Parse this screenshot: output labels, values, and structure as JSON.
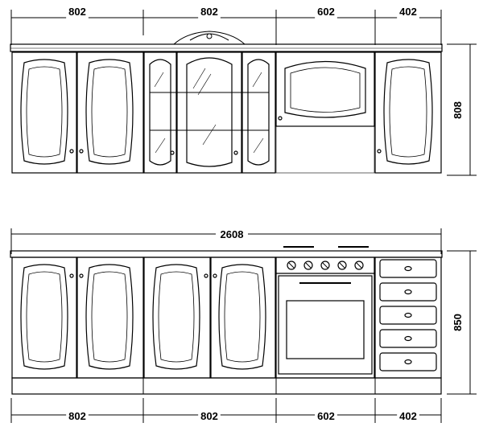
{
  "upper": {
    "widths": [
      "802",
      "802",
      "602",
      "402"
    ],
    "height": "808"
  },
  "lower": {
    "total_width": "2608",
    "widths": [
      "802",
      "802",
      "602",
      "402"
    ],
    "height": "850"
  },
  "colors": {
    "line": "#000000",
    "background": "#ffffff"
  }
}
